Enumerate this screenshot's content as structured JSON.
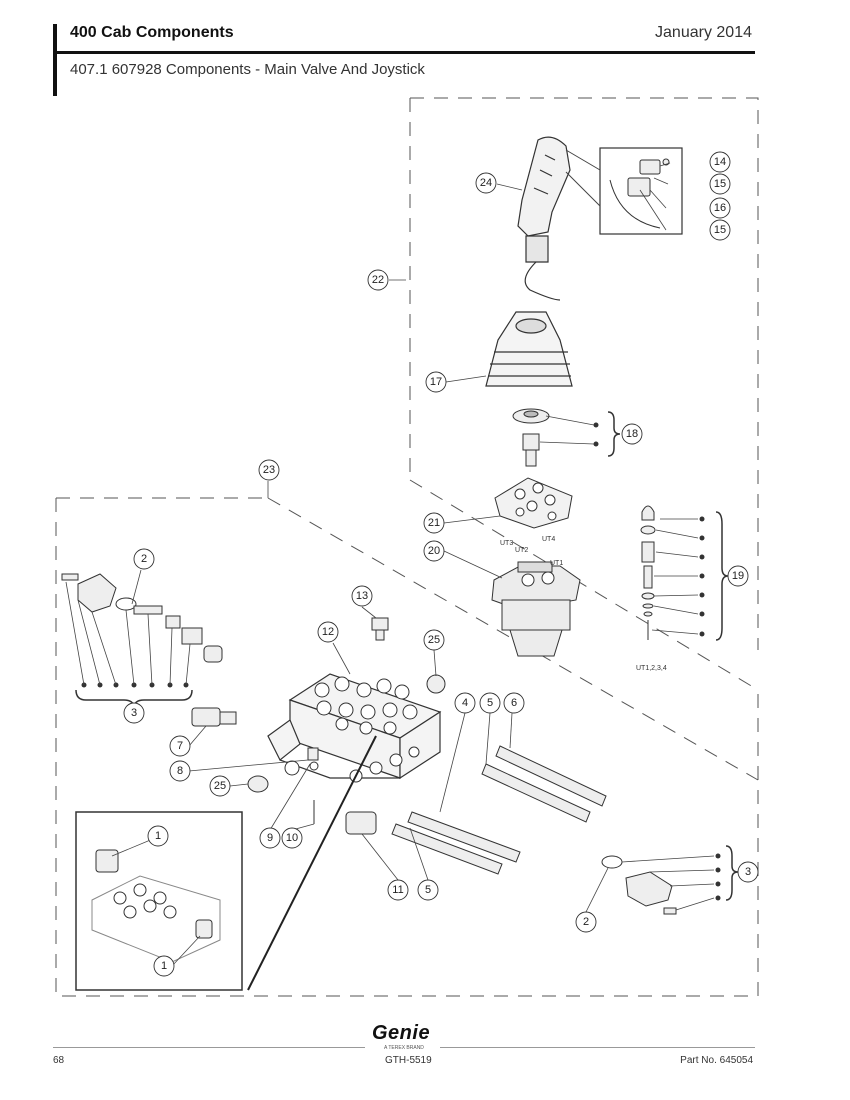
{
  "header": {
    "section_title": "400 Cab Components",
    "date": "January 2014",
    "subtitle": "407.1 607928 Components - Main Valve And Joystick"
  },
  "callouts": {
    "c1": "1",
    "c2": "2",
    "c3": "3",
    "c4": "4",
    "c5": "5",
    "c6": "6",
    "c7": "7",
    "c8": "8",
    "c9": "9",
    "c10": "10",
    "c11": "11",
    "c12": "12",
    "c13": "13",
    "c14": "14",
    "c15": "15",
    "c16": "16",
    "c17": "17",
    "c18": "18",
    "c19": "19",
    "c20": "20",
    "c21": "21",
    "c22": "22",
    "c23": "23",
    "c24": "24",
    "c25": "25"
  },
  "port_labels": {
    "ut1": "UT1",
    "ut2": "UT2",
    "ut3": "UT3",
    "ut4": "UT4",
    "ut1234": "UT1,2,3,4"
  },
  "footer": {
    "brand": "Genie",
    "brand_tag": "A TEREX BRAND",
    "page_number": "68",
    "model": "GTH-5519",
    "part_number": "Part No. 645054"
  }
}
